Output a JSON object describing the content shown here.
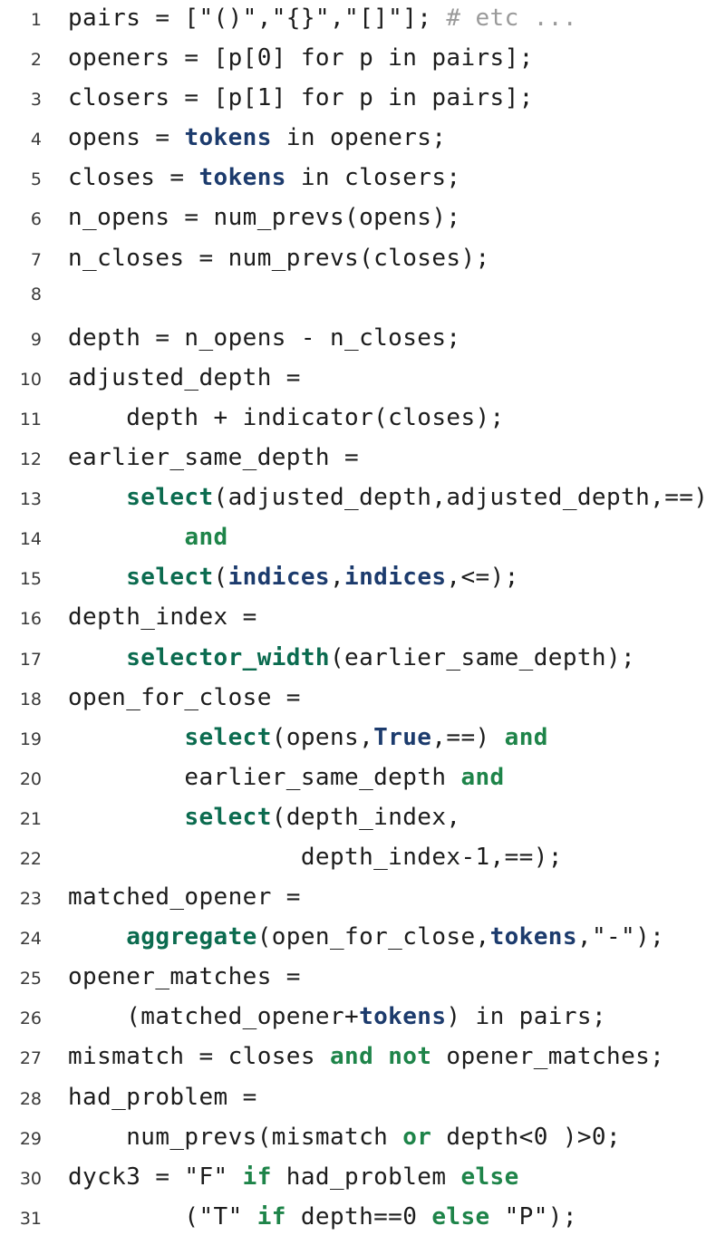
{
  "listing": {
    "title": "dyck3-rasp-code-listing",
    "colors": {
      "background": "#ffffff",
      "plain": "#1c1c1c",
      "comment": "#9a9a9a",
      "builtin": "#1c3b6d",
      "function": "#0b6b4f",
      "keyword": "#1e8449",
      "line_number": "#3a3a3a"
    },
    "lines": [
      {
        "n": "1",
        "segments": [
          {
            "text": "pairs = [\"()\",\"{}\",\"[]\"]; ",
            "style": "plain"
          },
          {
            "text": "# etc ...",
            "style": "comment"
          }
        ]
      },
      {
        "n": "2",
        "segments": [
          {
            "text": "openers = [p[0] for p in pairs];",
            "style": "plain"
          }
        ]
      },
      {
        "n": "3",
        "segments": [
          {
            "text": "closers = [p[1] for p in pairs];",
            "style": "plain"
          }
        ]
      },
      {
        "n": "4",
        "segments": [
          {
            "text": "opens = ",
            "style": "plain"
          },
          {
            "text": "tokens",
            "style": "builtin"
          },
          {
            "text": " in openers;",
            "style": "plain"
          }
        ]
      },
      {
        "n": "5",
        "segments": [
          {
            "text": "closes = ",
            "style": "plain"
          },
          {
            "text": "tokens",
            "style": "builtin"
          },
          {
            "text": " in closers;",
            "style": "plain"
          }
        ]
      },
      {
        "n": "6",
        "segments": [
          {
            "text": "n_opens = num_prevs(opens);",
            "style": "plain"
          }
        ]
      },
      {
        "n": "7",
        "segments": [
          {
            "text": "n_closes = num_prevs(closes);",
            "style": "plain"
          }
        ]
      },
      {
        "n": "8",
        "segments": []
      },
      {
        "n": "9",
        "segments": [
          {
            "text": "depth = n_opens - n_closes;",
            "style": "plain"
          }
        ]
      },
      {
        "n": "10",
        "segments": [
          {
            "text": "adjusted_depth =",
            "style": "plain"
          }
        ]
      },
      {
        "n": "11",
        "segments": [
          {
            "text": "    depth + indicator(closes);",
            "style": "plain"
          }
        ]
      },
      {
        "n": "12",
        "segments": [
          {
            "text": "earlier_same_depth =",
            "style": "plain"
          }
        ]
      },
      {
        "n": "13",
        "segments": [
          {
            "text": "    ",
            "style": "plain"
          },
          {
            "text": "select",
            "style": "function"
          },
          {
            "text": "(adjusted_depth,adjusted_depth,==)",
            "style": "plain"
          }
        ]
      },
      {
        "n": "14",
        "segments": [
          {
            "text": "        ",
            "style": "plain"
          },
          {
            "text": "and",
            "style": "keyword"
          }
        ]
      },
      {
        "n": "15",
        "segments": [
          {
            "text": "    ",
            "style": "plain"
          },
          {
            "text": "select",
            "style": "function"
          },
          {
            "text": "(",
            "style": "plain"
          },
          {
            "text": "indices",
            "style": "builtin"
          },
          {
            "text": ",",
            "style": "plain"
          },
          {
            "text": "indices",
            "style": "builtin"
          },
          {
            "text": ",<=);",
            "style": "plain"
          }
        ]
      },
      {
        "n": "16",
        "segments": [
          {
            "text": "depth_index =",
            "style": "plain"
          }
        ]
      },
      {
        "n": "17",
        "segments": [
          {
            "text": "    ",
            "style": "plain"
          },
          {
            "text": "selector_width",
            "style": "function"
          },
          {
            "text": "(earlier_same_depth);",
            "style": "plain"
          }
        ]
      },
      {
        "n": "18",
        "segments": [
          {
            "text": "open_for_close =",
            "style": "plain"
          }
        ]
      },
      {
        "n": "19",
        "segments": [
          {
            "text": "        ",
            "style": "plain"
          },
          {
            "text": "select",
            "style": "function"
          },
          {
            "text": "(opens,",
            "style": "plain"
          },
          {
            "text": "True",
            "style": "builtin"
          },
          {
            "text": ",==) ",
            "style": "plain"
          },
          {
            "text": "and",
            "style": "keyword"
          }
        ]
      },
      {
        "n": "20",
        "segments": [
          {
            "text": "        earlier_same_depth ",
            "style": "plain"
          },
          {
            "text": "and",
            "style": "keyword"
          }
        ]
      },
      {
        "n": "21",
        "segments": [
          {
            "text": "        ",
            "style": "plain"
          },
          {
            "text": "select",
            "style": "function"
          },
          {
            "text": "(depth_index,",
            "style": "plain"
          }
        ]
      },
      {
        "n": "22",
        "segments": [
          {
            "text": "                depth_index-1,==);",
            "style": "plain"
          }
        ]
      },
      {
        "n": "23",
        "segments": [
          {
            "text": "matched_opener =",
            "style": "plain"
          }
        ]
      },
      {
        "n": "24",
        "segments": [
          {
            "text": "    ",
            "style": "plain"
          },
          {
            "text": "aggregate",
            "style": "function"
          },
          {
            "text": "(open_for_close,",
            "style": "plain"
          },
          {
            "text": "tokens",
            "style": "builtin"
          },
          {
            "text": ",\"-\");",
            "style": "plain"
          }
        ]
      },
      {
        "n": "25",
        "segments": [
          {
            "text": "opener_matches =",
            "style": "plain"
          }
        ]
      },
      {
        "n": "26",
        "segments": [
          {
            "text": "    (matched_opener+",
            "style": "plain"
          },
          {
            "text": "tokens",
            "style": "builtin"
          },
          {
            "text": ") in pairs;",
            "style": "plain"
          }
        ]
      },
      {
        "n": "27",
        "segments": [
          {
            "text": "mismatch = closes ",
            "style": "plain"
          },
          {
            "text": "and",
            "style": "keyword"
          },
          {
            "text": " ",
            "style": "plain"
          },
          {
            "text": "not",
            "style": "keyword"
          },
          {
            "text": " opener_matches;",
            "style": "plain"
          }
        ]
      },
      {
        "n": "28",
        "segments": [
          {
            "text": "had_problem =",
            "style": "plain"
          }
        ]
      },
      {
        "n": "29",
        "segments": [
          {
            "text": "    num_prevs(mismatch ",
            "style": "plain"
          },
          {
            "text": "or",
            "style": "keyword"
          },
          {
            "text": " depth<0 )>0;",
            "style": "plain"
          }
        ]
      },
      {
        "n": "30",
        "segments": [
          {
            "text": "dyck3 = \"F\" ",
            "style": "plain"
          },
          {
            "text": "if",
            "style": "keyword"
          },
          {
            "text": " had_problem ",
            "style": "plain"
          },
          {
            "text": "else",
            "style": "keyword"
          }
        ]
      },
      {
        "n": "31",
        "segments": [
          {
            "text": "        (\"T\" ",
            "style": "plain"
          },
          {
            "text": "if",
            "style": "keyword"
          },
          {
            "text": " depth==0 ",
            "style": "plain"
          },
          {
            "text": "else",
            "style": "keyword"
          },
          {
            "text": " \"P\");",
            "style": "plain"
          }
        ]
      }
    ]
  }
}
